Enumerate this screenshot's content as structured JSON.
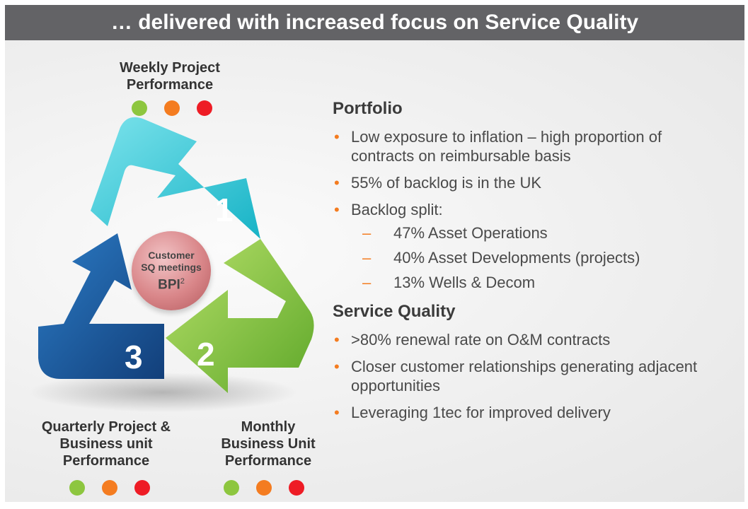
{
  "header": {
    "title": "… delivered with increased focus on Service Quality"
  },
  "cycle": {
    "top_label": "Weekly Project Performance",
    "left_label": "Quarterly Project & Business unit Performance",
    "right_label": "Monthly Business Unit Performance",
    "numbers": [
      "1",
      "2",
      "3"
    ],
    "center_line1": "Customer",
    "center_line2": "SQ meetings",
    "center_bpi": "BPI",
    "center_bpi_sup": "2",
    "dot_colors": {
      "green": "#8dc63f",
      "orange": "#f47c20",
      "red": "#ee1c25"
    },
    "arrow_colors": {
      "arrow1": "#2cc6d6",
      "arrow2": "#8dc63f",
      "arrow3": "#1e5fa3"
    }
  },
  "portfolio": {
    "title": "Portfolio",
    "bullets": [
      "Low exposure to inflation – high proportion of contracts on reimbursable basis",
      "55% of backlog is in the UK",
      "Backlog split:"
    ],
    "sub_bullets": [
      "47% Asset Operations",
      "40% Asset Developments (projects)",
      "13% Wells & Decom"
    ]
  },
  "service_quality": {
    "title": "Service Quality",
    "bullets": [
      ">80% renewal rate on O&M contracts",
      "Closer customer relationships generating adjacent opportunities",
      "Leveraging 1tec for improved delivery"
    ]
  }
}
